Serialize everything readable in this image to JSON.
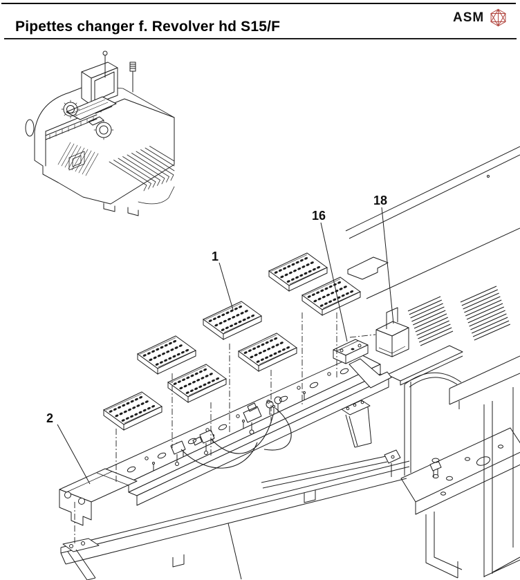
{
  "header": {
    "title": "Pipettes changer f. Revolver hd S15/F",
    "brand": "ASM"
  },
  "colors": {
    "logo": "#b0433c",
    "line": "#1c1c1c"
  },
  "diagram": {
    "callouts": [
      {
        "label": "1"
      },
      {
        "label": "2"
      },
      {
        "label": "16"
      },
      {
        "label": "18"
      }
    ]
  }
}
